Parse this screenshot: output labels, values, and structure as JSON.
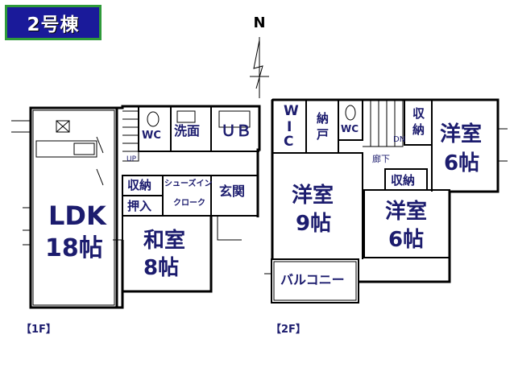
{
  "building_badge": "2号棟",
  "compass": {
    "north": "N"
  },
  "floor1": {
    "label": "【1F】",
    "rooms": {
      "ldk": {
        "name": "LDK",
        "size": "18帖"
      },
      "washitsu": {
        "name": "和室",
        "size": "8帖"
      },
      "wc": "WC",
      "senmen": "洗面",
      "ub": "ＵＢ",
      "shuno": "収納",
      "oshiire": "押入",
      "shoes_in_cloak": {
        "line1": "シューズイン",
        "line2": "クローク"
      },
      "genkan": "玄関",
      "up": "UP"
    }
  },
  "floor2": {
    "label": "【2F】",
    "rooms": {
      "wic": {
        "line1": "W",
        "line2": "I",
        "line3": "C"
      },
      "nando": {
        "line1": "納",
        "line2": "戸"
      },
      "wc": "WC",
      "dn": "DN",
      "roka": "廊下",
      "shuno_right": {
        "line1": "収",
        "line2": "納"
      },
      "shuno_mid": "収納",
      "yoshitsu_large": {
        "name": "洋室",
        "size": "9帖"
      },
      "yoshitsu_mid": {
        "name": "洋室",
        "size": "6帖"
      },
      "yoshitsu_right": {
        "name": "洋室",
        "size": "6帖"
      },
      "balcony": "バルコニー"
    }
  }
}
